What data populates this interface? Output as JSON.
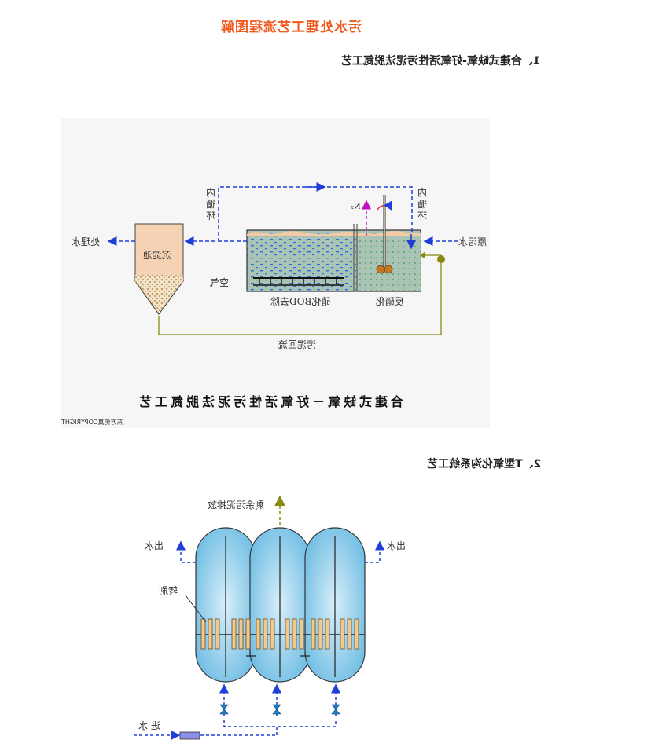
{
  "page": {
    "title": "污水处理工艺流程图解"
  },
  "section1": {
    "heading": "1、合建式缺氧-好氧活性污泥法脱氮工艺",
    "diagram": {
      "caption": "合建式缺氧－好氧活性污泥法脱氮工艺",
      "copyright": "东方仿真COPYRIGHT",
      "labels": {
        "treated_water": "处理水",
        "settling_tank": "沉淀池",
        "internal_recycle_left": "内循环",
        "internal_recycle_right": "内循环",
        "raw_sewage": "原污水",
        "nitrogen": "N₂",
        "air": "空气",
        "nitrification_bod": "硝化BOD去除",
        "denitrification": "反硝化",
        "sludge_return": "污泥回流"
      },
      "colors": {
        "flow_arrow": "#1f3fd6",
        "sludge_line": "#8a8a10",
        "tank_fill": "#a9c4b5",
        "settler_fill": "#f6d2b5",
        "surface": "#f4c9a6"
      }
    }
  },
  "section2": {
    "heading": "2、T型氧化沟系统工艺",
    "diagram": {
      "labels": {
        "excess_sludge": "剩余污泥排放",
        "outlet_left": "出水",
        "outlet_right": "出水",
        "rotor_brush": "转刷",
        "inlet": "进 水"
      },
      "colors": {
        "ditch_fill": "#7fc4e6",
        "brush_fill": "#f2c98c",
        "flow_arrow": "#1f3fd6",
        "sludge_arrow": "#8a8a10",
        "inlet_box": "#8e8ee8"
      }
    }
  }
}
